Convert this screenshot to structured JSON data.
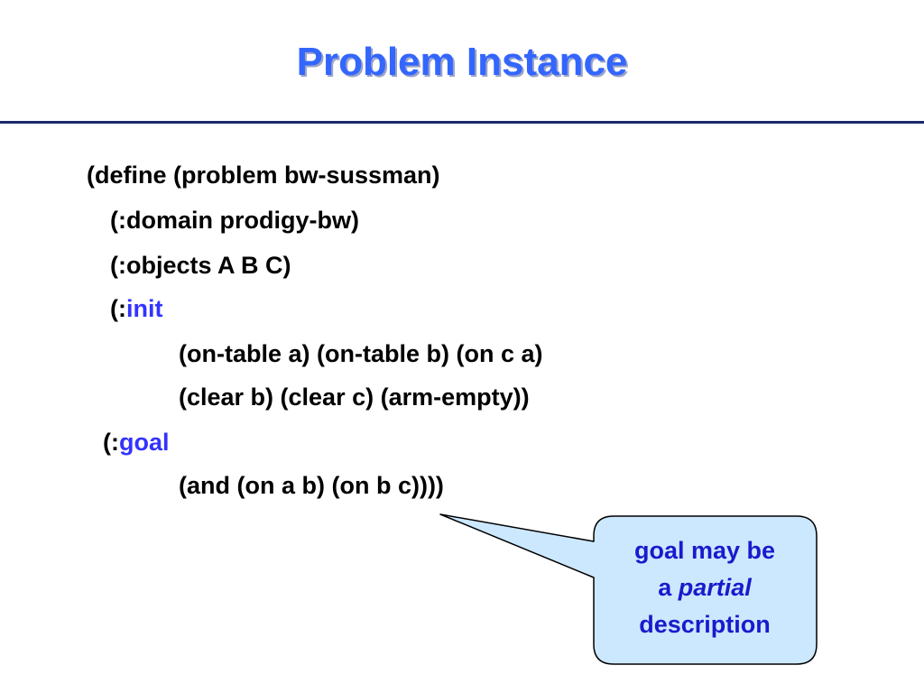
{
  "slide": {
    "title": "Problem Instance",
    "code": {
      "line1": "(define (problem bw-sussman)",
      "line2": "(:domain prodigy-bw)",
      "line3": "(:objects A B C)",
      "line4_prefix": "(:",
      "line4_keyword": "init",
      "line5": "(on-table a) (on-table b) (on c a)",
      "line6": "(clear b) (clear c) (arm-empty))",
      "line7_prefix": "(:",
      "line7_keyword": "goal",
      "line8": "(and (on a b) (on b c))))"
    },
    "callout": {
      "line1": "goal may be",
      "line2_prefix": "a ",
      "line2_emphasis": "partial",
      "line3": "description"
    }
  },
  "colors": {
    "title": "#3366ff",
    "rule": "#1a2a6c",
    "keyword": "#3333ff",
    "callout_fill": "#cce8ff",
    "callout_text": "#1a1acc"
  }
}
